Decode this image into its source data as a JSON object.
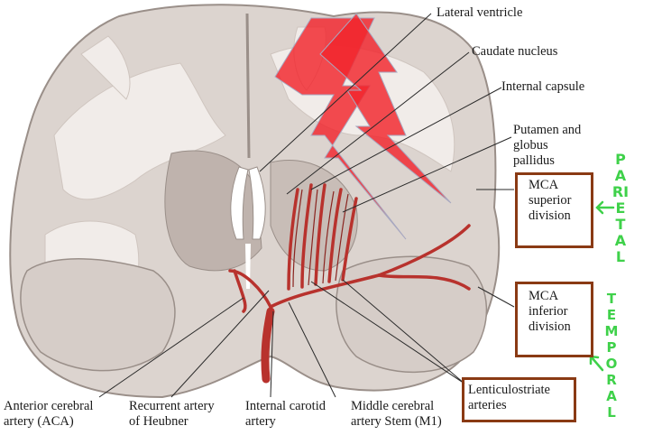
{
  "labels": {
    "lateral_ventricle": "Lateral ventricle",
    "caudate_nucleus": "Caudate nucleus",
    "internal_capsule": "Internal capsule",
    "putamen": [
      "Putamen and",
      "globus",
      "pallidus"
    ],
    "mca_superior": [
      "MCA",
      "superior",
      "division"
    ],
    "mca_inferior": [
      "MCA",
      "inferior",
      "division"
    ],
    "lenticulostriate": [
      "Lenticulostriate",
      "arteries"
    ],
    "aca": [
      "Anterior cerebral",
      "artery (ACA)"
    ],
    "heubner": [
      "Recurrent artery",
      "of Heubner"
    ],
    "ica": [
      "Internal carotid",
      "artery"
    ],
    "mca_stem": [
      "Middle cerebral",
      "artery Stem (M1)"
    ]
  },
  "annotations": {
    "parietal": "PARIETAL",
    "temporal": "TEMPORAL"
  },
  "colors": {
    "brain_fill": "#dcd4cf",
    "white_matter": "#f1ece9",
    "ventricle": "#ffffff",
    "vessel": "#b8322d",
    "lightning": "#f2242c",
    "box_border": "#8a3a14",
    "annotation_green": "#3fd14a"
  }
}
